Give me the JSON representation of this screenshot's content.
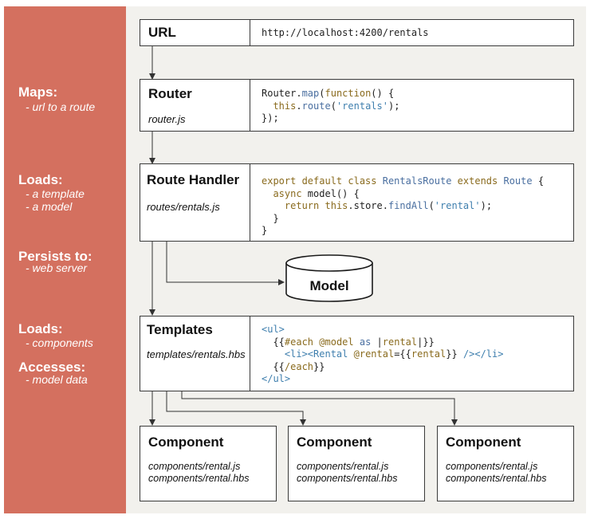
{
  "sidebar": {
    "groups": [
      {
        "heading": "Maps:",
        "lines": [
          "- url to a route"
        ]
      },
      {
        "heading": "Loads:",
        "lines": [
          "- a template",
          "- a model"
        ]
      },
      {
        "heading": "Persists to:",
        "lines": [
          "- web server"
        ]
      },
      {
        "heading": "Loads:",
        "lines": [
          "- components"
        ]
      },
      {
        "heading": "Accesses:",
        "lines": [
          "- model data"
        ]
      }
    ]
  },
  "url": {
    "title": "URL",
    "value": "http://localhost:4200/rentals"
  },
  "router": {
    "title": "Router",
    "file": "router.js",
    "code": [
      "Router.map(function() {",
      "  this.route('rentals');",
      "});"
    ]
  },
  "route_handler": {
    "title": "Route Handler",
    "file": "routes/rentals.js",
    "code": [
      "export default class RentalsRoute extends Route {",
      "  async model() {",
      "    return this.store.findAll('rental');",
      "  }",
      "}"
    ]
  },
  "model": {
    "label": "Model"
  },
  "templates": {
    "title": "Templates",
    "file": "templates/rentals.hbs",
    "code": [
      "<ul>",
      "  {{#each @model as |rental|}}",
      "    <li><Rental @rental={{rental}} /></li>",
      "  {{/each}}",
      "</ul>"
    ]
  },
  "components": [
    {
      "title": "Component",
      "files": [
        "components/rental.js",
        "components/rental.hbs"
      ]
    },
    {
      "title": "Component",
      "files": [
        "components/rental.js",
        "components/rental.hbs"
      ]
    },
    {
      "title": "Component",
      "files": [
        "components/rental.js",
        "components/rental.hbs"
      ]
    }
  ],
  "colors": {
    "sidebar": "#d4705f",
    "panel": "#f2f1ed",
    "keyword": "#8a6b1e",
    "ident": "#4a6fa0",
    "string": "#3f7fae"
  }
}
